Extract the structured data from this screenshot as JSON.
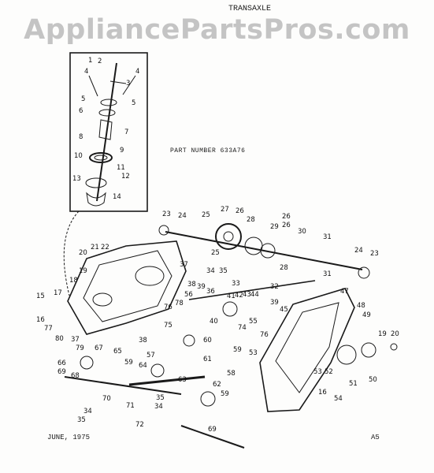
{
  "watermark": "AppliancePartsPros.com",
  "header": {
    "title": "TRANSAXLE"
  },
  "part_number": "PART NUMBER 633A76",
  "footer": {
    "date": "JUNE, 1975",
    "page_code": "A5"
  },
  "colors": {
    "ink": "#1a1a1a",
    "watermark": "#969696",
    "paper": "#fdfdfc"
  },
  "callouts": {
    "c1": "1",
    "c2": "2",
    "c3": "3",
    "c4a": "4",
    "c4b": "4",
    "c5a": "5",
    "c5b": "5",
    "c6": "6",
    "c7": "7",
    "c8": "8",
    "c9": "9",
    "c10": "10",
    "c11": "11",
    "c12": "12",
    "c13": "13",
    "c14": "14",
    "c15": "15",
    "c16a": "16",
    "c16b": "16",
    "c17": "17",
    "c18": "18",
    "c19a": "19",
    "c19b": "19",
    "c20a": "20",
    "c20b": "20",
    "c21": "21",
    "c22": "22",
    "c23a": "23",
    "c23b": "23",
    "c24a": "24",
    "c24b": "24",
    "c25a": "25",
    "c25b": "25",
    "c26a": "26",
    "c26b": "26",
    "c26c": "26",
    "c27": "27",
    "c28a": "28",
    "c28b": "28",
    "c29": "29",
    "c30": "30",
    "c31a": "31",
    "c31b": "31",
    "c32": "32",
    "c33": "33",
    "c34a": "34",
    "c34b": "34",
    "c34c": "34",
    "c35a": "35",
    "c35b": "35",
    "c35c": "35",
    "c36": "36",
    "c37a": "37",
    "c37b": "37",
    "c38a": "38",
    "c38b": "38",
    "c39a": "39",
    "c39b": "39",
    "c40": "40",
    "c41": "41",
    "c42": "42",
    "c43": "43",
    "c44": "44",
    "c45": "45",
    "c47": "47",
    "c48": "48",
    "c49": "49",
    "c50": "50",
    "c51": "51",
    "c52": "52",
    "c53": "53",
    "c54": "54",
    "c55": "55",
    "c56": "56",
    "c57": "57",
    "c58": "58",
    "c59a": "59",
    "c59b": "59",
    "c59c": "59",
    "c60": "60",
    "c61": "61",
    "c62": "62",
    "c63": "63",
    "c64": "64",
    "c65": "65",
    "c66": "66",
    "c67": "67",
    "c68": "68",
    "c69a": "69",
    "c69b": "69",
    "c70": "70",
    "c71": "71",
    "c72": "72",
    "c74": "74",
    "c75": "75",
    "c76a": "76",
    "c76b": "76",
    "c77": "77",
    "c78": "78",
    "c79": "79",
    "c80": "80"
  }
}
